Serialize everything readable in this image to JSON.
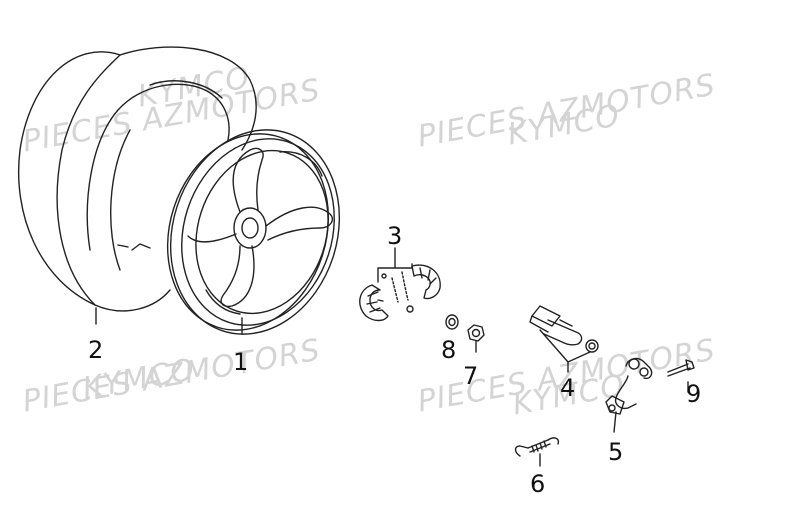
{
  "watermarks": {
    "line_a": "PIECES AZMOTORS",
    "line_b": "KYMCO"
  },
  "callouts": {
    "wheel_rim": "1",
    "tire": "2",
    "brake_shoes": "3",
    "brake_cam": "4",
    "brake_arm": "5",
    "spring": "6",
    "nut": "7",
    "washer": "8",
    "bolt": "9"
  }
}
